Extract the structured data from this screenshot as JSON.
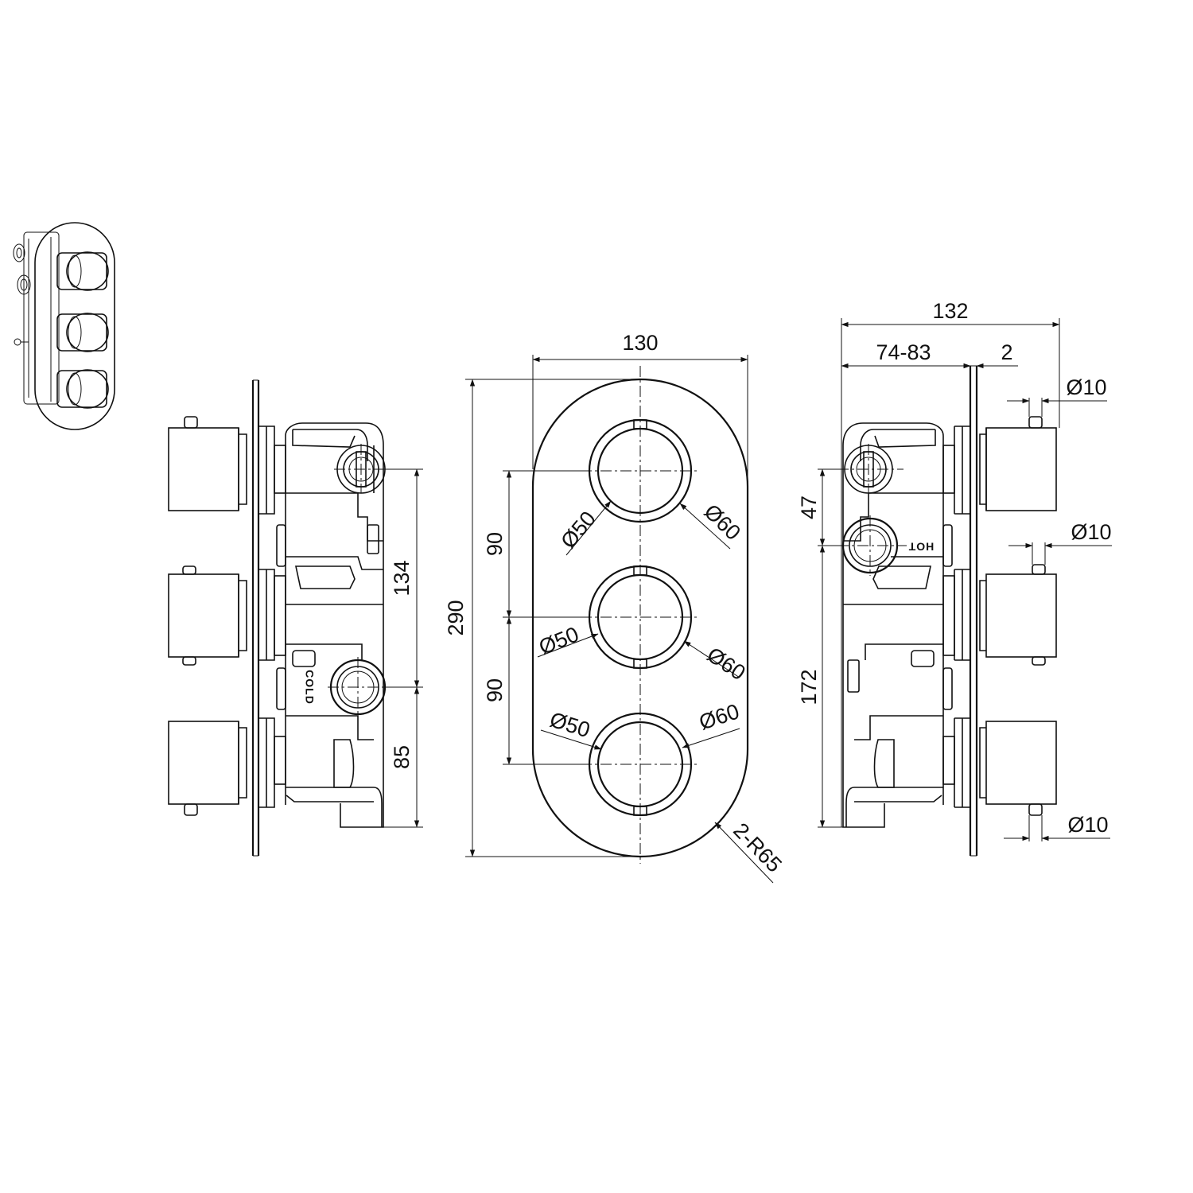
{
  "front_view": {
    "overall_width": "130",
    "overall_height": "290",
    "knob_pitch_top": "90",
    "knob_pitch_bottom": "90",
    "knob_inner_diameter": "Ø50",
    "knob_outer_diameter": "Ø60",
    "end_radius": "2-R65"
  },
  "left_view": {
    "inlet_spacing": "134",
    "cold_to_bottom": "85",
    "cold_label": "COLD"
  },
  "right_view": {
    "overall_depth": "132",
    "adjustable_depth": "74-83",
    "plate_thickness": "2",
    "hot_offset": "47",
    "hot_to_bottom": "172",
    "pin_diameter_top": "Ø10",
    "pin_diameter_middle": "Ø10",
    "pin_diameter_bottom": "Ø10",
    "hot_label": "HOT"
  },
  "colors": {
    "line": "#111111",
    "background": "#ffffff"
  },
  "icons": [
    "product-thumbnail-icon"
  ]
}
